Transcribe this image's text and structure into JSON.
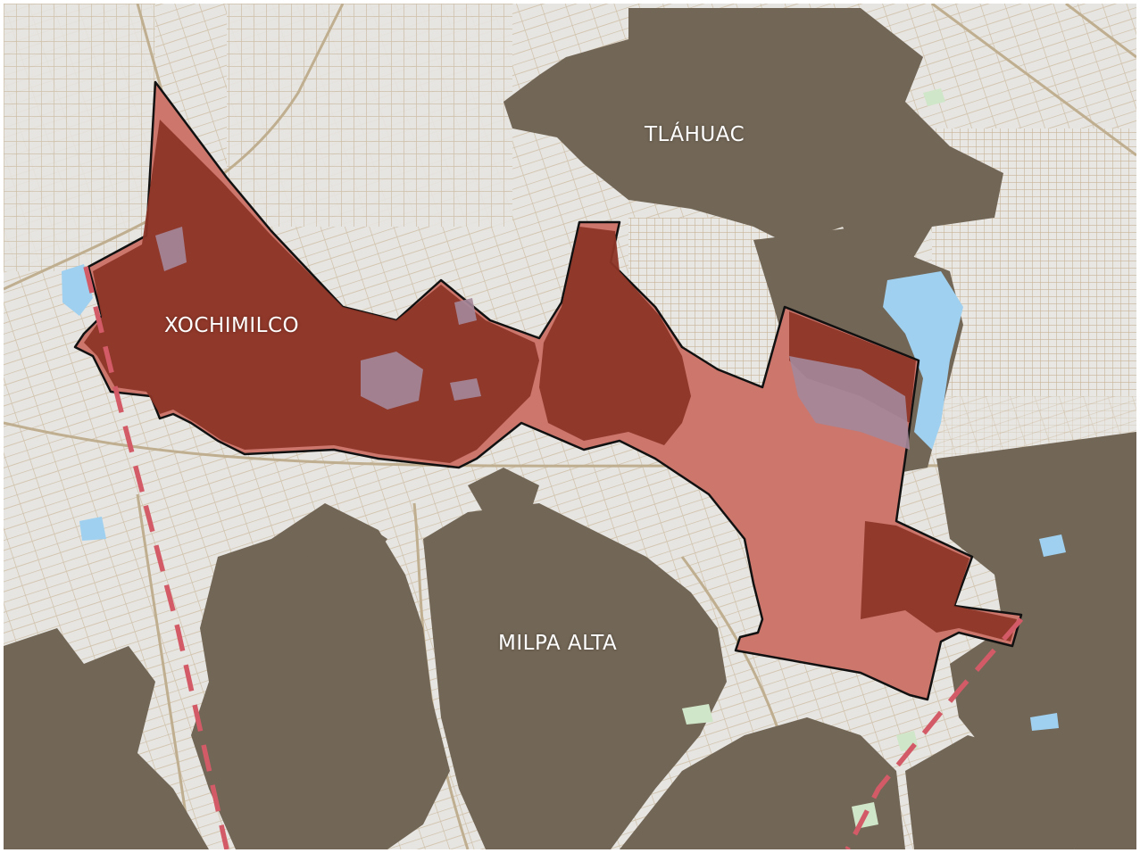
{
  "labels": {
    "tlahuac": "TLÁHUAC",
    "xochimilco": "XOCHIMILCO",
    "milpa_alta": "MILPA ALTA"
  },
  "colors": {
    "urban_background": "#e7e5e1",
    "street_lines": "#c9b9a0",
    "conservation_land": "#726656",
    "water": "#9fd0ef",
    "park": "#cfe6c9",
    "highlight_dark": "#8c3527",
    "highlight_light": "#cc766c",
    "dashed_boundary": "#d35b67",
    "outline": "#111111",
    "label_text": "#ffffff"
  }
}
